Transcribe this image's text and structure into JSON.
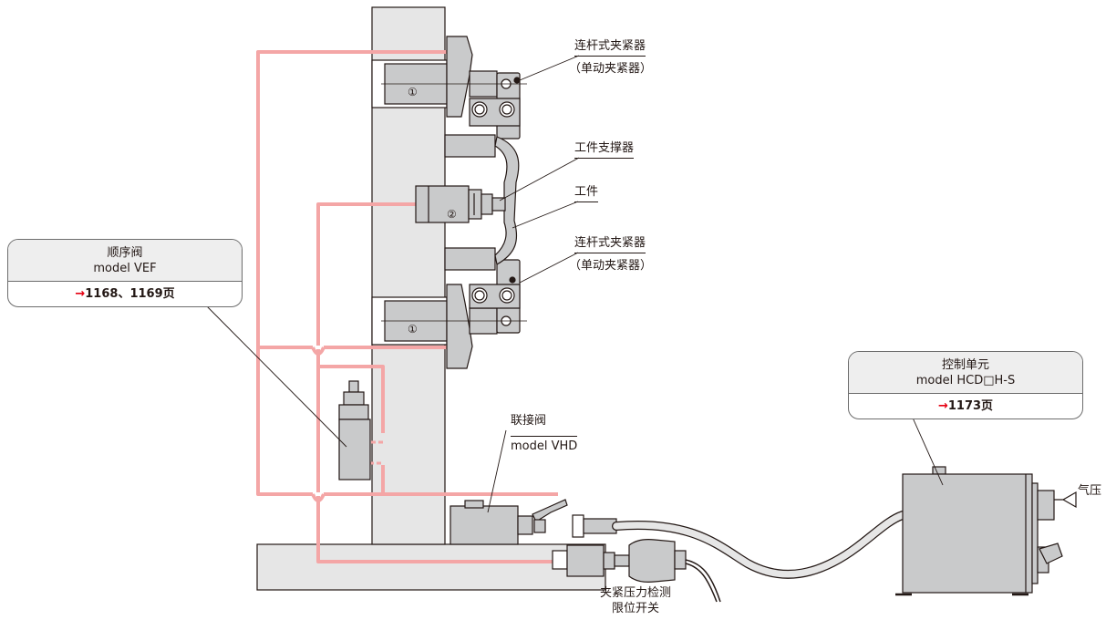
{
  "labels": {
    "link_clamp_top": "连杆式夹紧器",
    "link_clamp_top_sub": "（单动夹紧器）",
    "work_support": "工件支撑器",
    "workpiece": "工件",
    "link_clamp_bottom": "连杆式夹紧器",
    "link_clamp_bottom_sub": "（单动夹紧器）",
    "coupling_valve": "联接阀",
    "coupling_valve_model": "model VHD",
    "pressure_switch_line1": "夹紧压力检测",
    "pressure_switch_line2": "限位开关",
    "air_pressure": "气压",
    "marker_1": "①",
    "marker_2": "②"
  },
  "sequence_valve_box": {
    "name": "顺序阀",
    "model": "model VEF",
    "ref_arrow": "→",
    "ref_pages": "1168、1169页"
  },
  "control_unit_box": {
    "name": "控制单元",
    "model": "model HCD□H-S",
    "ref_arrow": "→",
    "ref_pages": "1173页"
  },
  "colors": {
    "hydraulic_line": "#f4a6a6",
    "part_fill": "#c9cacb",
    "fixture_fill": "#e6e6e6",
    "outline": "#231815",
    "ref_arrow": "#e60012"
  }
}
